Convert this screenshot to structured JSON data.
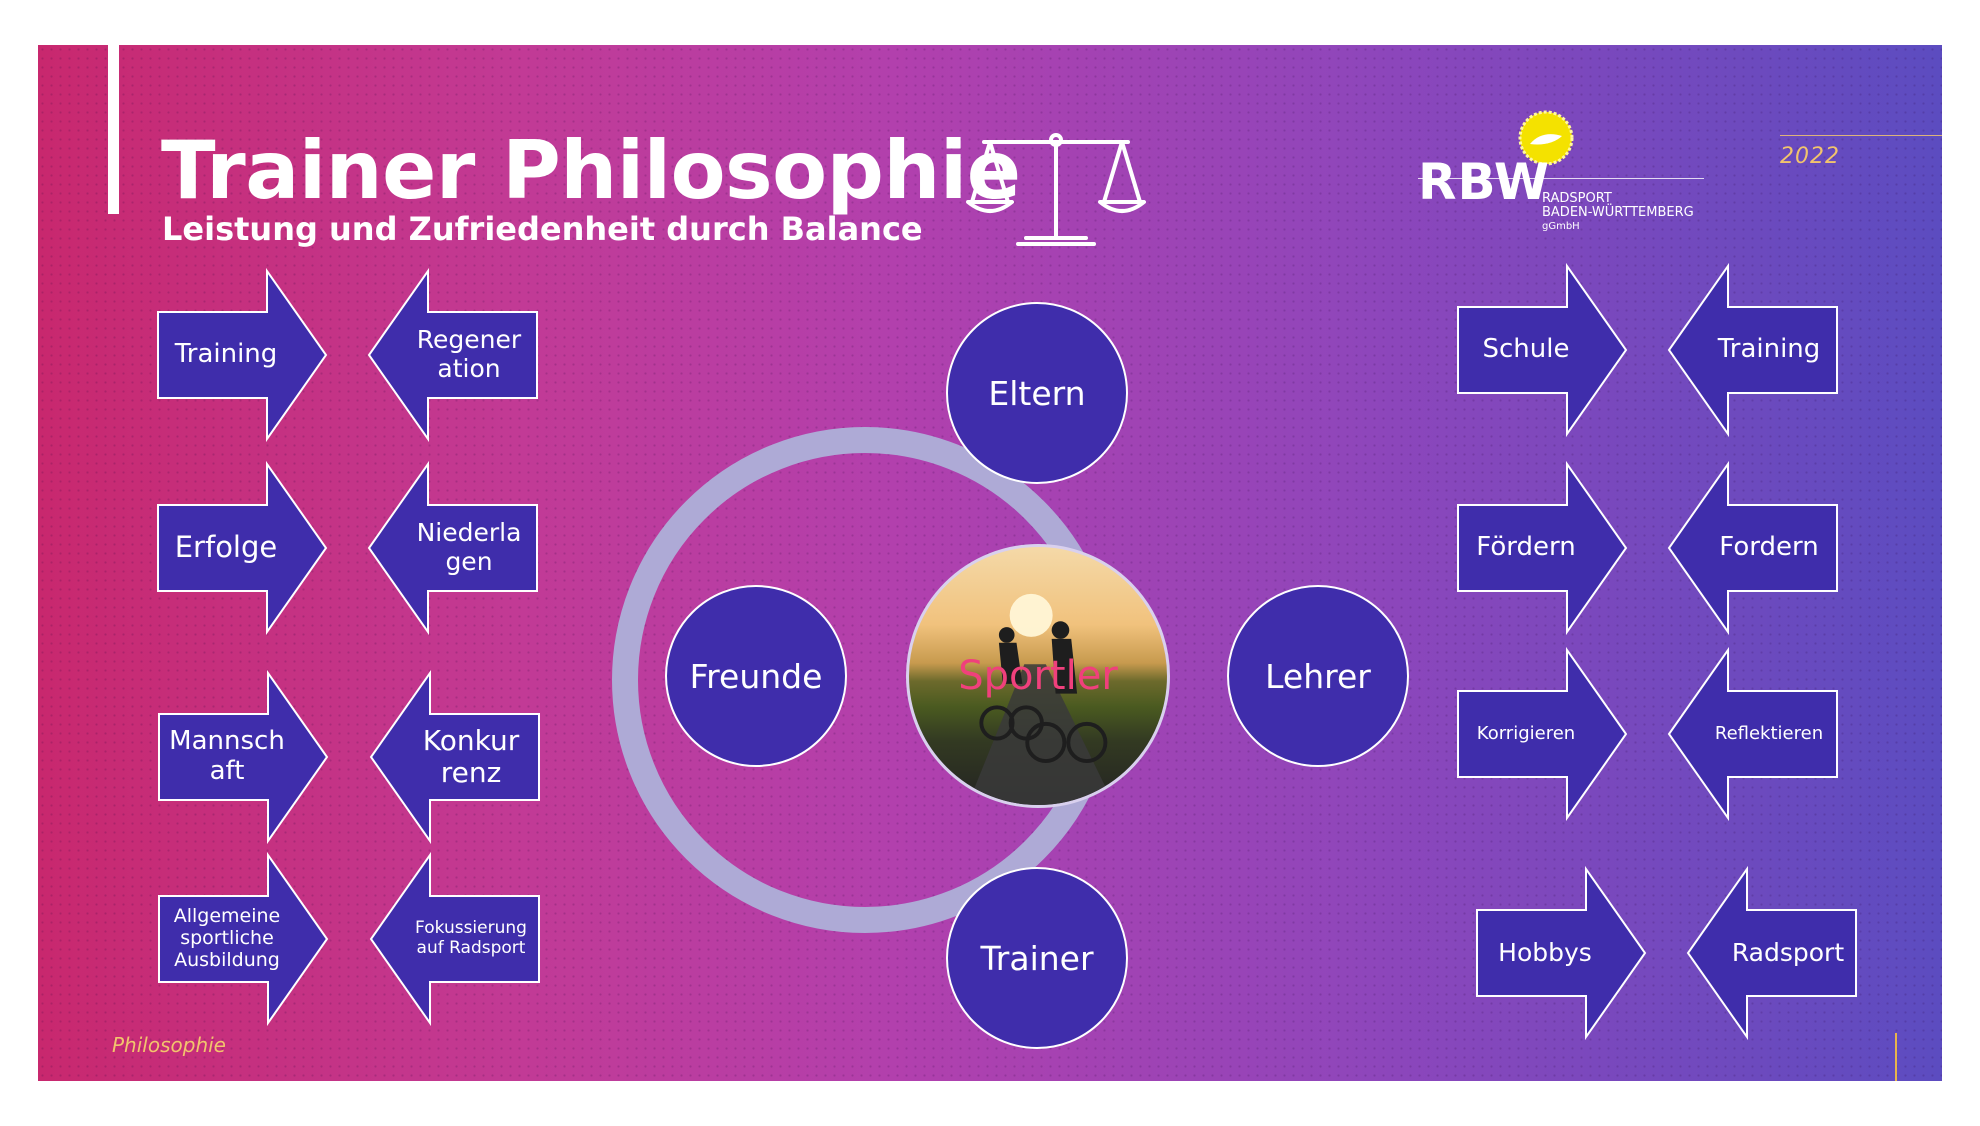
{
  "title": "Trainer Philosophie",
  "subtitle": "Leistung und Zufriedenheit durch Balance",
  "logo": {
    "main": "RBW",
    "line1": "RADSPORT",
    "line2": "BADEN-WÜRTTEMBERG",
    "line3": "gGmbH"
  },
  "year": "2022",
  "footer": "Philosophie",
  "left_pairs": [
    {
      "right": "Training",
      "left": "Regener ation"
    },
    {
      "right": "Erfolge",
      "left": "Niederla gen"
    },
    {
      "right": "Mannsch aft",
      "left": "Konkur renz"
    },
    {
      "right": "Allgemeine sportliche Ausbildung",
      "left": "Fokussierung auf Radsport"
    }
  ],
  "right_pairs": [
    {
      "right": "Schule",
      "left": "Training"
    },
    {
      "right": "Fördern",
      "left": "Fordern"
    },
    {
      "right": "Korrigieren",
      "left": "Reflektieren"
    },
    {
      "right": "Hobbys",
      "left": "Radsport"
    }
  ],
  "circle": {
    "top": "Eltern",
    "left": "Freunde",
    "right": "Lehrer",
    "bottom": "Trainer",
    "center": "Sportler"
  },
  "colors": {
    "arrow_fill": "#3f2dab",
    "ring": "#aeaad6",
    "center_label": "#f0407c",
    "accent_gold": "#f2c46d"
  }
}
